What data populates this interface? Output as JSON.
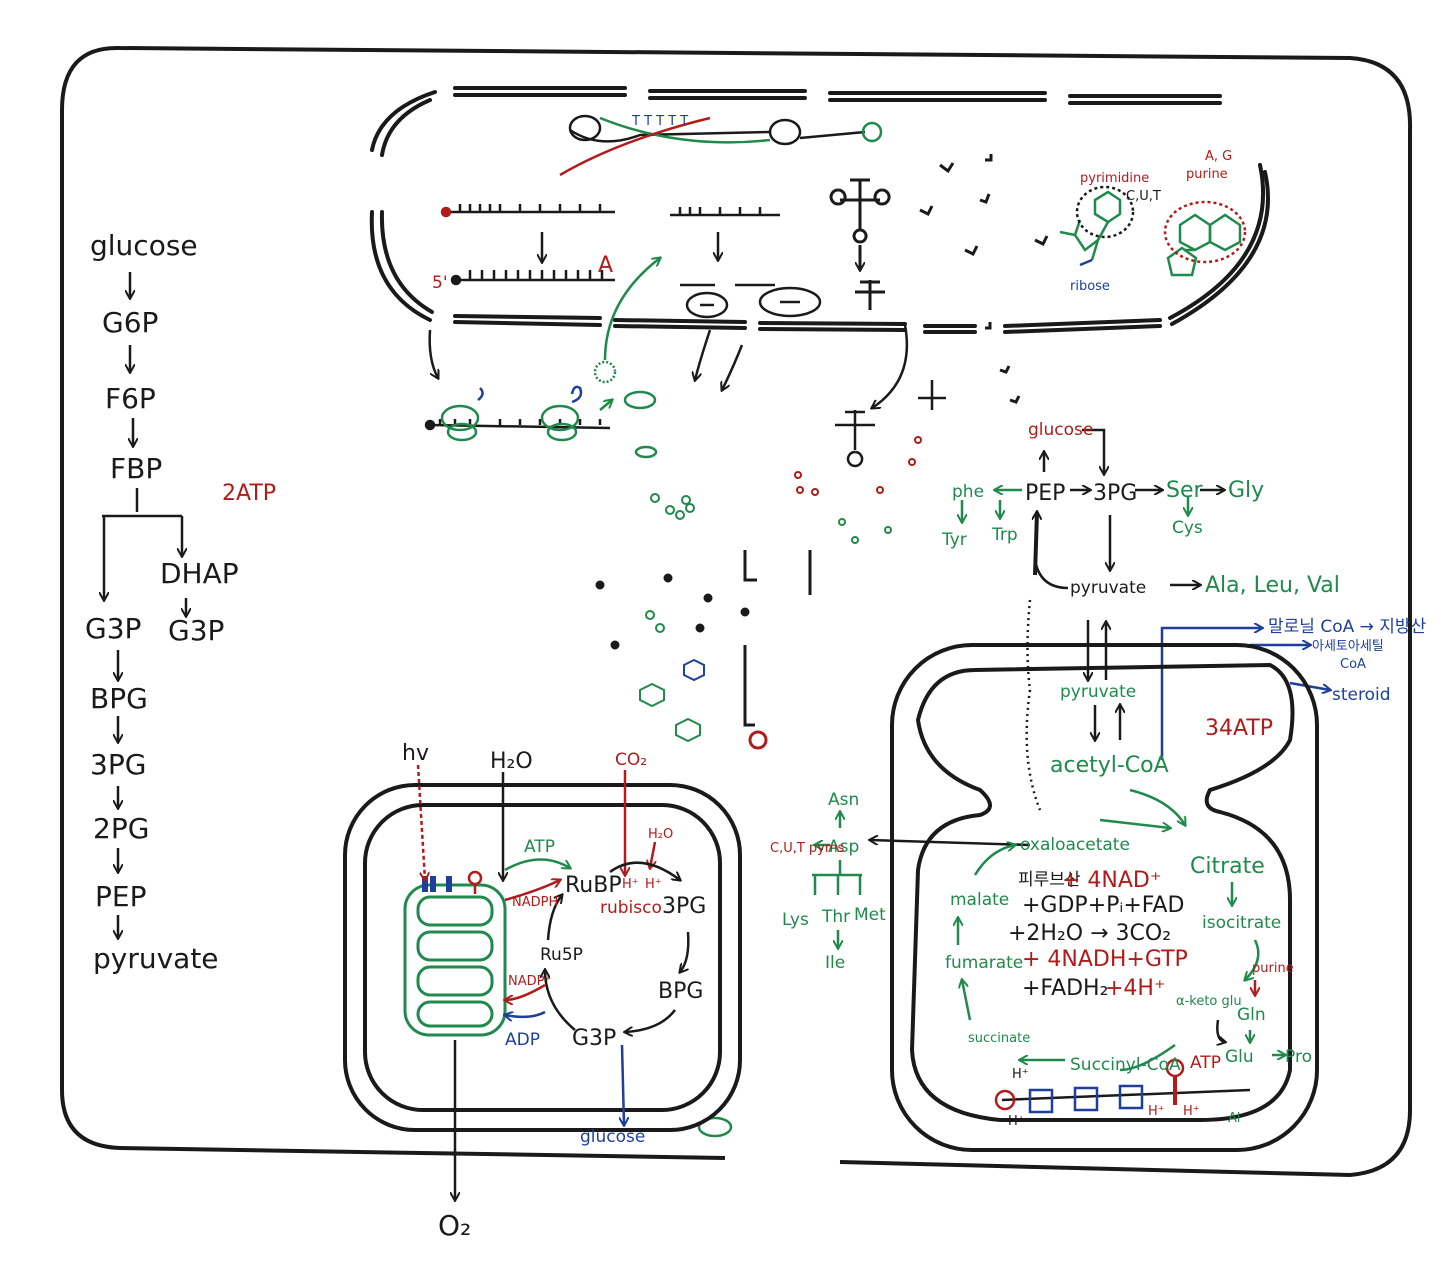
{
  "colors": {
    "ink": "#1a1a1a",
    "red": "#b31b1b",
    "green": "#1f8a4c",
    "blue": "#1e3f9c"
  },
  "glycolysis": {
    "glucose": "glucose",
    "g6p": "G6P",
    "f6p": "F6P",
    "fbp": "FBP",
    "atp2": "2ATP",
    "dhap": "DHAP",
    "g3p_a": "G3P",
    "g3p_b": "G3P",
    "bpg": "BPG",
    "pg3": "3PG",
    "pg2": "2PG",
    "pep": "PEP",
    "pyruvate": "pyruvate"
  },
  "nucleus": {
    "five_prime": "5'",
    "a_label": "A",
    "tttt": "T T T T T",
    "pyrimidine": "pyrimidine",
    "cut": "C,U,T",
    "ag": "A, G",
    "purine": "purine",
    "ribose": "ribose"
  },
  "chloroplast": {
    "hv": "hv",
    "h2o": "H₂O",
    "co2": "CO₂",
    "h2o_small": "H₂O",
    "atp": "ATP",
    "nadph": "NADPH",
    "rubp": "RuBP",
    "rubisco": "rubisco",
    "h_plus_1": "H⁺",
    "h_plus_2": "H⁺",
    "pg3": "3PG",
    "bpg": "BPG",
    "ru5p": "Ru5P",
    "nadp": "NADP⁺",
    "adp": "ADP",
    "g3p": "G3P",
    "glucose": "glucose",
    "o2": "O₂"
  },
  "amino": {
    "glucose": "glucose",
    "pep": "PEP",
    "pg3": "3PG",
    "ser": "Ser",
    "gly": "Gly",
    "cys": "Cys",
    "phe": "phe",
    "tyr": "Tyr",
    "trp": "Trp",
    "pyruvate": "pyruvate",
    "ala_leu_val": "Ala, Leu, Val",
    "malonyl": "말로닐 CoA → 지방산",
    "acetylcoa_dest": "아세토아세틸",
    "coa": "CoA",
    "steroid": "steroid",
    "asn": "Asn",
    "asp": "Asp",
    "cut_pyms": "C,U,T pyms",
    "lys": "Lys",
    "thr": "Thr",
    "met": "Met",
    "ile": "Ile"
  },
  "mito": {
    "pyruvate": "pyruvate",
    "acetylcoa": "acetyl-CoA",
    "atp34": "34ATP",
    "oxaloacetate": "oxaloacetate",
    "citrate": "Citrate",
    "isocitrate": "isocitrate",
    "malate": "malate",
    "fumarate": "fumarate",
    "succinate": "succinate",
    "succinylcoa": "Succinyl-CoA",
    "akg": "α-keto glu",
    "gln": "Gln",
    "glu": "Glu",
    "pro": "Pro",
    "purine": "purine",
    "atp": "ATP",
    "eq1_a": "피루브산",
    "eq1_b": "+ 4NAD⁺",
    "eq2": "+GDP+Pᵢ+FAD",
    "eq3": "+2H₂O → 3CO₂",
    "eq4": "+ 4NADH+GTP",
    "eq5_a": "+FADH₂",
    "eq5_b": "+4H⁺",
    "h_a": "H⁺",
    "h_b": "H⁺",
    "h_c": "H⁺",
    "h_d": "H⁺",
    "ala_tail": "Al"
  }
}
